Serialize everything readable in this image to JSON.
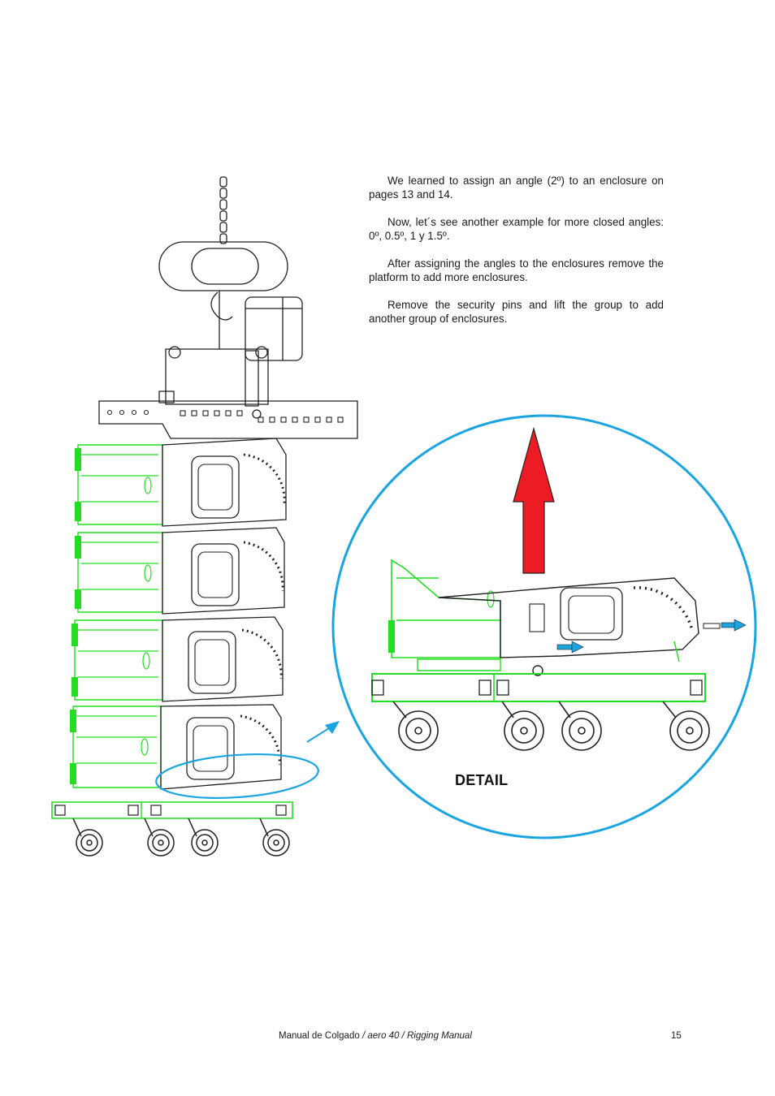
{
  "body_text": {
    "paragraphs": [
      "We learned to assign an angle (2º) to an enclosure on pages 13 and 14.",
      "Now, let´s see another example for more closed angles: 0º, 0.5º, 1 y 1.5º.",
      "After assigning the angles to the enclosures remove the platform to add more enclosures.",
      "Remove the security pins and lift the group to add another group of enclosures."
    ]
  },
  "detail_label": "DETAIL",
  "footer": {
    "manual_es": "Manual  de  Colgado",
    "separator": " / ",
    "product": "aero",
    "model": "40",
    "manual_en": "Rigging  Manual",
    "page_number": "15"
  },
  "colors": {
    "enclosure_green": "#22dd22",
    "detail_circle": "#1aa5e0",
    "lift_arrow": "#ed1c24",
    "pin_arrow": "#1aa5e0",
    "outline": "#222222"
  },
  "icons": [
    "chain-hoist-icon",
    "lift-arrow-icon",
    "pin-arrow-icon",
    "pointer-arrow-icon"
  ]
}
